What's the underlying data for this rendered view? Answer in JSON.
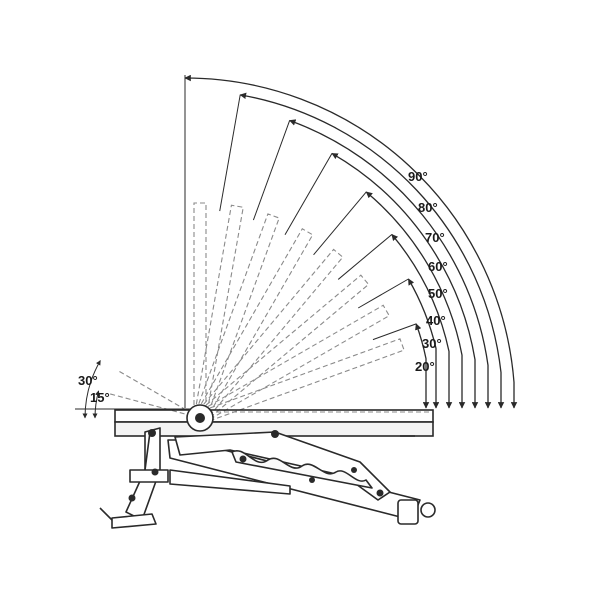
{
  "diagram": {
    "angle_labels_right": [
      "90°",
      "80°",
      "70°",
      "60°",
      "50°",
      "40°",
      "30°",
      "20°"
    ],
    "angle_labels_left": [
      "30°",
      "15°"
    ],
    "back_positions_deg": [
      90,
      80,
      70,
      60,
      50,
      40,
      30,
      20
    ],
    "decline_positions_deg": [
      15,
      30
    ],
    "line_color": "#2a2a2a",
    "dash_color": "#8a8a8a"
  }
}
